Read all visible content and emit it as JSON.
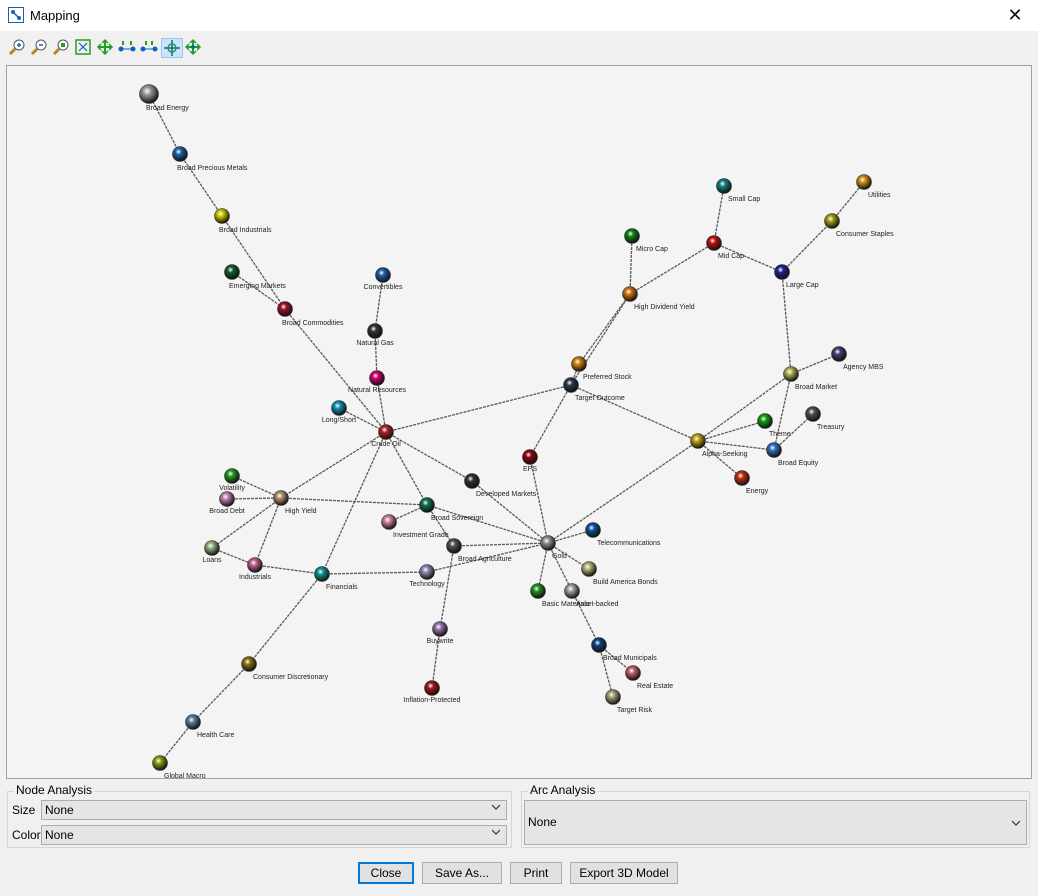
{
  "window": {
    "title": "Mapping",
    "close_glyph": "✕"
  },
  "toolbar": {
    "buttons": [
      {
        "name": "zoom-in-icon"
      },
      {
        "name": "zoom-out-icon"
      },
      {
        "name": "zoom-fit-icon"
      },
      {
        "name": "fit-window-icon"
      },
      {
        "name": "move-expand-icon"
      },
      {
        "name": "spread-horizontal-icon"
      },
      {
        "name": "spread-vertical-icon"
      },
      {
        "name": "rotate-layout-icon",
        "active": true
      },
      {
        "name": "pan-icon"
      }
    ]
  },
  "network": {
    "nodes": [
      {
        "id": "broad-energy",
        "label": "Broad Energy",
        "color": "#9a9a9a"
      },
      {
        "id": "broad-precious-metals",
        "label": "Broad Precious Metals",
        "color": "#1f5fa8"
      },
      {
        "id": "broad-industrials",
        "label": "Broad Industrials",
        "color": "#c8c800"
      },
      {
        "id": "emerging-markets",
        "label": "Emerging Markets",
        "color": "#0d5c2e"
      },
      {
        "id": "broad-commodities",
        "label": "Broad Commodities",
        "color": "#a0102a"
      },
      {
        "id": "convertibles",
        "label": "Convertibles",
        "color": "#1c5fa0"
      },
      {
        "id": "natural-gas",
        "label": "Natural Gas",
        "color": "#333333"
      },
      {
        "id": "natural-resources",
        "label": "Natural Resources",
        "color": "#d0006e"
      },
      {
        "id": "long-short",
        "label": "Long/Short",
        "color": "#0f8fb0"
      },
      {
        "id": "crude-oil",
        "label": "Crude Oil",
        "color": "#b02020"
      },
      {
        "id": "volatility",
        "label": "Volatility",
        "color": "#1f9a1f"
      },
      {
        "id": "broad-debt",
        "label": "Broad Debt",
        "color": "#c080b0"
      },
      {
        "id": "high-yield",
        "label": "High Yield",
        "color": "#b09070"
      },
      {
        "id": "loans",
        "label": "Loans",
        "color": "#90b080"
      },
      {
        "id": "industrials",
        "label": "Industrials",
        "color": "#c06090"
      },
      {
        "id": "financials",
        "label": "Financials",
        "color": "#109090"
      },
      {
        "id": "investment-grade",
        "label": "Investment Grade",
        "color": "#d080a0"
      },
      {
        "id": "broad-sovereign",
        "label": "Broad Sovereign",
        "color": "#107050"
      },
      {
        "id": "developed-markets",
        "label": "Developed Markets",
        "color": "#303036"
      },
      {
        "id": "broad-agriculture",
        "label": "Broad Agriculture",
        "color": "#505050"
      },
      {
        "id": "technology",
        "label": "Technology",
        "color": "#8a8ab0"
      },
      {
        "id": "buywrite",
        "label": "Buywrite",
        "color": "#9a70b0"
      },
      {
        "id": "inflation-protected",
        "label": "Inflation-Protected",
        "color": "#a01818"
      },
      {
        "id": "consumer-discretionary",
        "label": "Consumer Discretionary",
        "color": "#8a7010"
      },
      {
        "id": "health-care",
        "label": "Health Care",
        "color": "#5080a0"
      },
      {
        "id": "global-macro",
        "label": "Global Macro",
        "color": "#80a010"
      },
      {
        "id": "eps",
        "label": "EPS",
        "color": "#900010"
      },
      {
        "id": "preferred-stock",
        "label": "Preferred Stock",
        "color": "#d08010"
      },
      {
        "id": "target-outcome",
        "label": "Target Outcome",
        "color": "#2a3650"
      },
      {
        "id": "high-dividend-yield",
        "label": "High Dividend Yield",
        "color": "#d07010"
      },
      {
        "id": "micro-cap",
        "label": "Micro Cap",
        "color": "#108010"
      },
      {
        "id": "mid-cap",
        "label": "Mid Cap",
        "color": "#c01010"
      },
      {
        "id": "small-cap",
        "label": "Small Cap",
        "color": "#108080"
      },
      {
        "id": "large-cap",
        "label": "Large Cap",
        "color": "#202090"
      },
      {
        "id": "consumer-staples",
        "label": "Consumer Staples",
        "color": "#a0a010"
      },
      {
        "id": "utilities",
        "label": "Utilities",
        "color": "#d09010"
      },
      {
        "id": "gold",
        "label": "Gold",
        "color": "#909090"
      },
      {
        "id": "telecommunications",
        "label": "Telecommunications",
        "color": "#1050a0"
      },
      {
        "id": "build-america-bonds",
        "label": "Build America Bonds",
        "color": "#b0b070"
      },
      {
        "id": "basic-materials",
        "label": "Basic Materials",
        "color": "#209020"
      },
      {
        "id": "asset-backed",
        "label": "Asset-backed",
        "color": "#a0a0a0"
      },
      {
        "id": "broad-municipals",
        "label": "Broad Municipals",
        "color": "#104080"
      },
      {
        "id": "real-estate",
        "label": "Real Estate",
        "color": "#c06060"
      },
      {
        "id": "target-risk",
        "label": "Target Risk",
        "color": "#a0a070"
      },
      {
        "id": "alpha-seeking",
        "label": "Alpha-Seeking",
        "color": "#c0a010"
      },
      {
        "id": "broad-market",
        "label": "Broad Market",
        "color": "#b0b050"
      },
      {
        "id": "agency-mbs",
        "label": "Agency MBS",
        "color": "#404070"
      },
      {
        "id": "theme",
        "label": "Theme",
        "color": "#10a010"
      },
      {
        "id": "treasury",
        "label": "Treasury",
        "color": "#505050"
      },
      {
        "id": "broad-equity",
        "label": "Broad Equity",
        "color": "#3070c0"
      },
      {
        "id": "energy",
        "label": "Energy",
        "color": "#c03010"
      }
    ],
    "edges": [
      [
        "broad-energy",
        "broad-precious-metals"
      ],
      [
        "broad-precious-metals",
        "broad-industrials"
      ],
      [
        "broad-industrials",
        "broad-commodities"
      ],
      [
        "emerging-markets",
        "broad-commodities"
      ],
      [
        "broad-commodities",
        "crude-oil"
      ],
      [
        "convertibles",
        "natural-gas"
      ],
      [
        "natural-gas",
        "natural-resources"
      ],
      [
        "natural-resources",
        "crude-oil"
      ],
      [
        "long-short",
        "crude-oil"
      ],
      [
        "crude-oil",
        "target-outcome"
      ],
      [
        "crude-oil",
        "developed-markets"
      ],
      [
        "crude-oil",
        "broad-sovereign"
      ],
      [
        "crude-oil",
        "high-yield"
      ],
      [
        "crude-oil",
        "financials"
      ],
      [
        "volatility",
        "high-yield"
      ],
      [
        "broad-debt",
        "high-yield"
      ],
      [
        "high-yield",
        "loans"
      ],
      [
        "high-yield",
        "industrials"
      ],
      [
        "high-yield",
        "broad-sovereign"
      ],
      [
        "loans",
        "industrials"
      ],
      [
        "industrials",
        "financials"
      ],
      [
        "financials",
        "technology"
      ],
      [
        "financials",
        "consumer-discretionary"
      ],
      [
        "consumer-discretionary",
        "health-care"
      ],
      [
        "health-care",
        "global-macro"
      ],
      [
        "investment-grade",
        "broad-sovereign"
      ],
      [
        "broad-sovereign",
        "broad-agriculture"
      ],
      [
        "broad-sovereign",
        "gold"
      ],
      [
        "developed-markets",
        "gold"
      ],
      [
        "broad-agriculture",
        "gold"
      ],
      [
        "broad-agriculture",
        "buywrite"
      ],
      [
        "buywrite",
        "inflation-protected"
      ],
      [
        "technology",
        "gold"
      ],
      [
        "eps",
        "gold"
      ],
      [
        "eps",
        "target-outcome"
      ],
      [
        "target-outcome",
        "preferred-stock"
      ],
      [
        "target-outcome",
        "alpha-seeking"
      ],
      [
        "preferred-stock",
        "high-dividend-yield"
      ],
      [
        "target-outcome",
        "high-dividend-yield"
      ],
      [
        "high-dividend-yield",
        "micro-cap"
      ],
      [
        "high-dividend-yield",
        "mid-cap"
      ],
      [
        "mid-cap",
        "small-cap"
      ],
      [
        "mid-cap",
        "large-cap"
      ],
      [
        "large-cap",
        "consumer-staples"
      ],
      [
        "consumer-staples",
        "utilities"
      ],
      [
        "large-cap",
        "broad-market"
      ],
      [
        "broad-market",
        "agency-mbs"
      ],
      [
        "broad-market",
        "alpha-seeking"
      ],
      [
        "broad-market",
        "broad-equity"
      ],
      [
        "alpha-seeking",
        "theme"
      ],
      [
        "alpha-seeking",
        "broad-equity"
      ],
      [
        "broad-equity",
        "treasury"
      ],
      [
        "alpha-seeking",
        "energy"
      ],
      [
        "alpha-seeking",
        "gold"
      ],
      [
        "gold",
        "telecommunications"
      ],
      [
        "gold",
        "build-america-bonds"
      ],
      [
        "gold",
        "basic-materials"
      ],
      [
        "gold",
        "asset-backed"
      ],
      [
        "asset-backed",
        "broad-municipals"
      ],
      [
        "broad-municipals",
        "real-estate"
      ],
      [
        "broad-municipals",
        "target-risk"
      ]
    ]
  },
  "node_analysis": {
    "title": "Node Analysis",
    "size_label": "Size",
    "size_value": "None",
    "color_label": "Color",
    "color_value": "None"
  },
  "arc_analysis": {
    "title": "Arc Analysis",
    "value": "None"
  },
  "buttons": {
    "close": "Close",
    "save_as": "Save As...",
    "print": "Print",
    "export": "Export 3D Model"
  }
}
